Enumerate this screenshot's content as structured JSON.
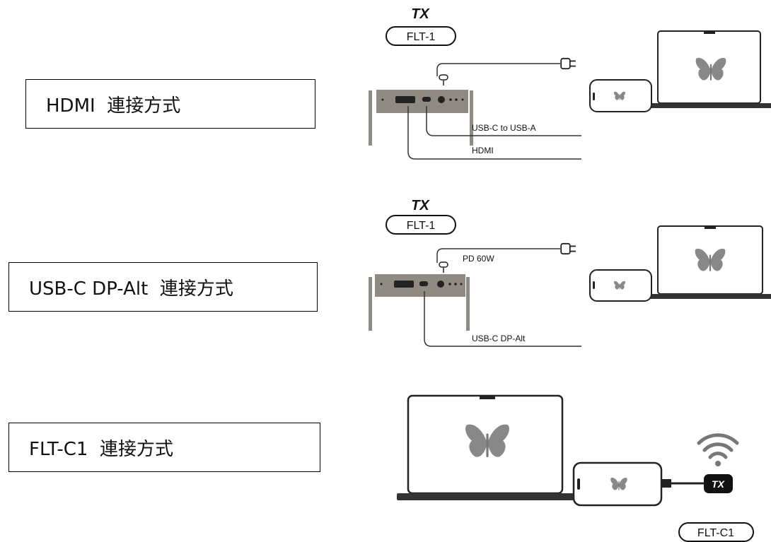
{
  "sections": [
    {
      "label": "HDMI  連接方式",
      "tx_label": "TX",
      "device_label": "FLT-1",
      "cables": [
        "USB-C to USB-A",
        "HDMI"
      ]
    },
    {
      "label": "USB-C DP-Alt  連接方式",
      "tx_label": "TX",
      "device_label": "FLT-1",
      "power_label": "PD 60W",
      "cables": [
        "USB-C DP-Alt"
      ]
    },
    {
      "label": "FLT-C1  連接方式",
      "tx_label": "TX",
      "device_label": "FLT-C1"
    }
  ],
  "colors": {
    "device_gray": "#8f8a84",
    "logo_gray": "#888888",
    "line": "#333333"
  }
}
